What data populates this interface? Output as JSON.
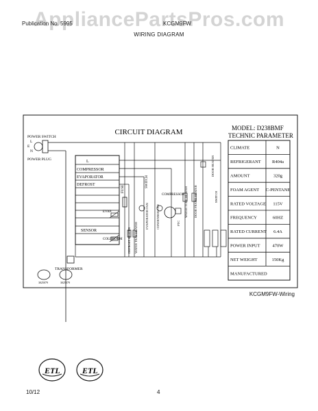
{
  "watermark": "AppliancePartsPros.com",
  "header": {
    "left": "Publication No. 5995",
    "right": "KCGM9FW",
    "title": "WIRING DIAGRAM"
  },
  "diagram": {
    "title": "CIRCUIT DIAGRAM",
    "model": "MODEL:  D238BMF",
    "technic": "TECHNIC  PARAMETER",
    "labels": {
      "power_switch": "POWER SWITCH",
      "power_plug": "POWER PLUG",
      "L": "L",
      "E": "E",
      "N": "N",
      "board_L": "L",
      "compressor": "COMPRESSOR",
      "evaporator": "EVAPORATOR",
      "defrost": "DEFROST",
      "sensor": "SENSOR",
      "evap": "EVAP.",
      "coldroom": "COLDROOM",
      "transformer": "TRANSFORMER",
      "fuse": "FUSE",
      "switch": "SWITCH",
      "compressor_top": "COMPRESSOR",
      "door_heater": "DOOR HEATER",
      "defrost_heater": "DEFROST HEATER",
      "water_tray_heater": "WATER TRAY HEATER",
      "evaporator_fan": "EVAPORATOR FAN",
      "condenser_fan": "CONDENSER FAN",
      "ptc": "PTC",
      "water_tube_heater": "WATER TUBE HEATER",
      "door_frame_heater": "DOOR FRAME HEATER",
      "switch_right": "SWITCH",
      "cert_left": "3025079",
      "cert_right": "3025079"
    },
    "params": [
      {
        "k": "CLIMATE",
        "v": "N"
      },
      {
        "k": "REFRIGERANT",
        "v": "R404a"
      },
      {
        "k": "AMOUNT",
        "v": "320g"
      },
      {
        "k": "FOAM AGENT",
        "v": "C-PENTANE"
      },
      {
        "k": "RATED VOLTAGE",
        "v": "115V"
      },
      {
        "k": "FREQUENCY",
        "v": "60HZ"
      },
      {
        "k": "RATED CURRENT",
        "v": "6.4A"
      },
      {
        "k": "POWER INPUT",
        "v": "470W"
      },
      {
        "k": "NET WEIGHT",
        "v": "150Kg"
      },
      {
        "k": "MANUFACTURED",
        "v": ""
      }
    ]
  },
  "caption": "KCGM9FW-Wiring",
  "footer": {
    "date": "10/12",
    "page": "4"
  }
}
